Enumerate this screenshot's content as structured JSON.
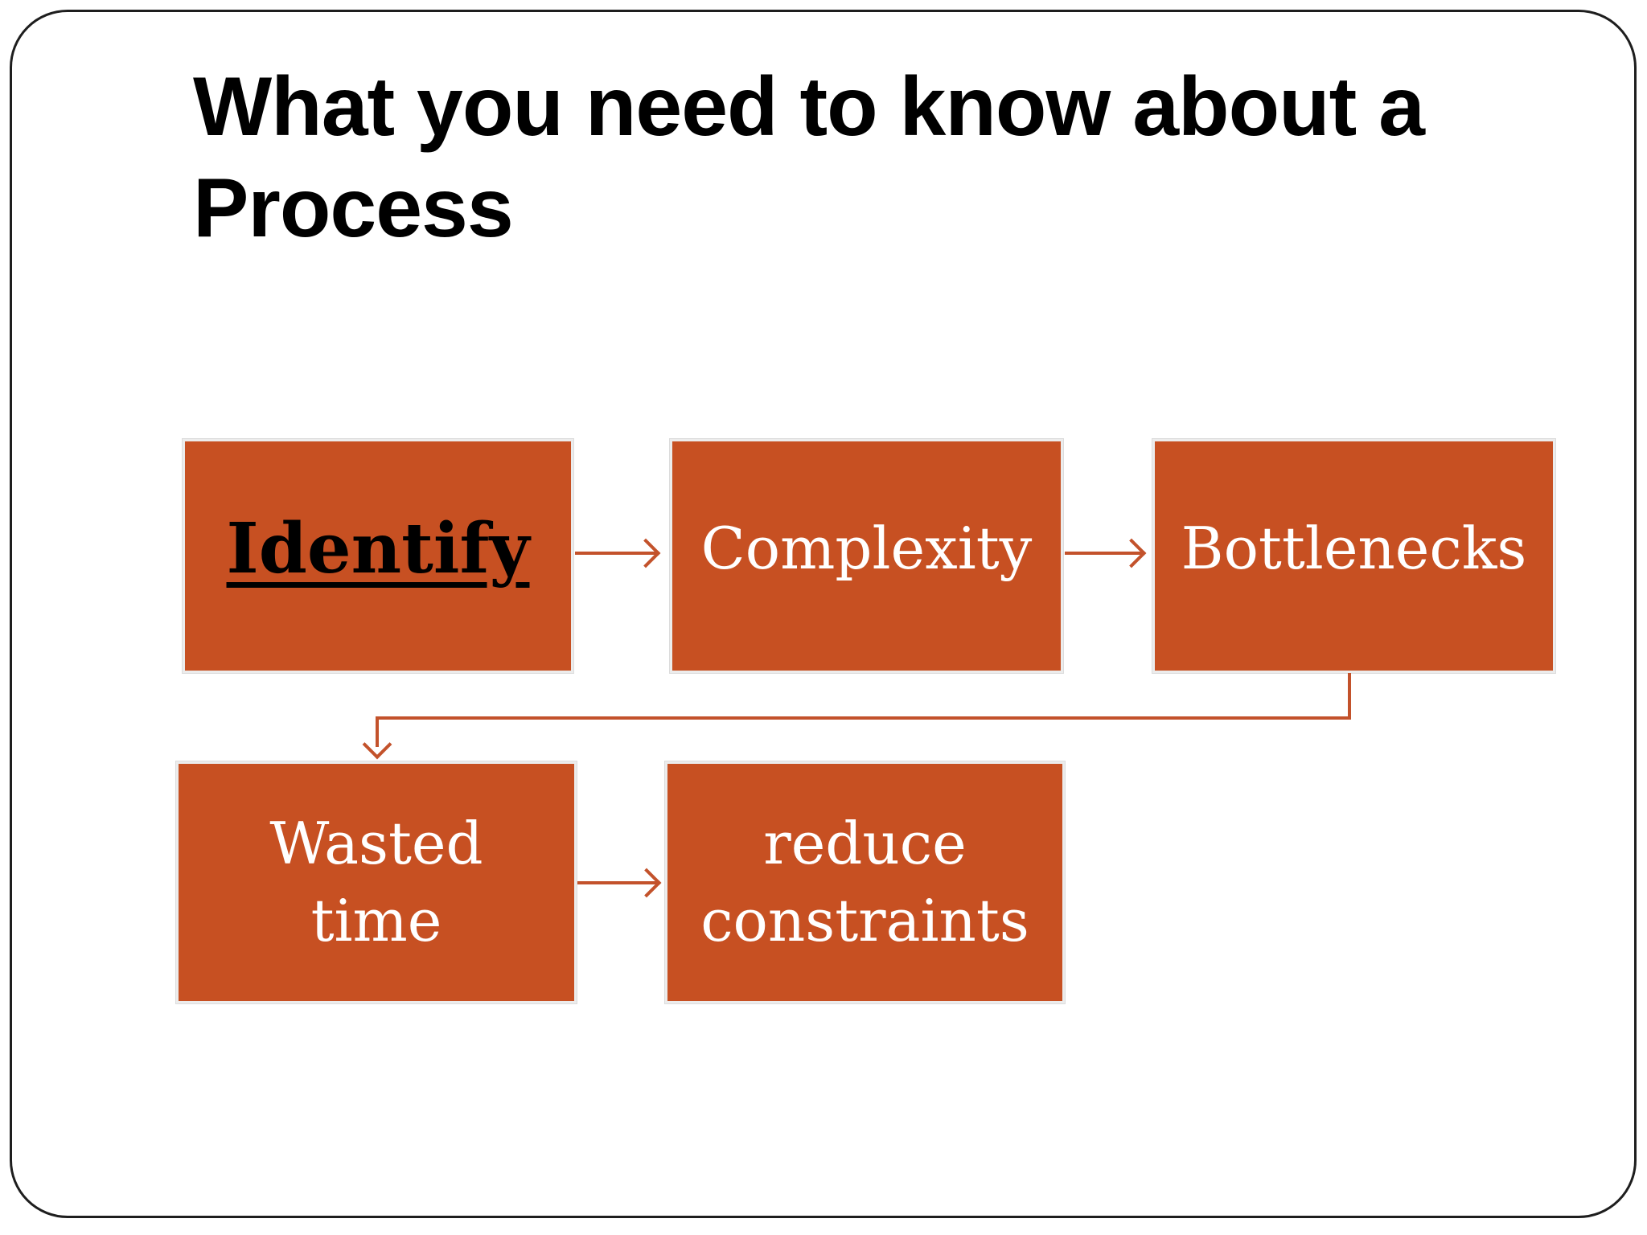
{
  "slide": {
    "title": "What you need to know about a\nProcess"
  },
  "diagram": {
    "boxes": [
      {
        "id": "identify",
        "label": "Identify"
      },
      {
        "id": "complexity",
        "label": "Complexity"
      },
      {
        "id": "bottlenecks",
        "label": "Bottlenecks"
      },
      {
        "id": "wasted-time",
        "label": "Wasted\ntime"
      },
      {
        "id": "reduce-constraints",
        "label": "reduce\nconstraints"
      }
    ],
    "connectors": [
      {
        "id": "identify-to-complexity",
        "type": "straight-arrow-right"
      },
      {
        "id": "complexity-to-bottlenecks",
        "type": "straight-arrow-right"
      },
      {
        "id": "bottlenecks-to-wasted-time",
        "type": "elbow-arrow-down"
      },
      {
        "id": "wasted-time-to-reduce-constraints",
        "type": "straight-arrow-right"
      }
    ],
    "colors": {
      "box_fill": "#C75022",
      "box_border": "#ECECEC",
      "box_text": "#FFFFFF",
      "identify_text": "#000000",
      "connector": "#C3522B",
      "title_text": "#000000",
      "slide_border": "#1E1E1E"
    }
  }
}
